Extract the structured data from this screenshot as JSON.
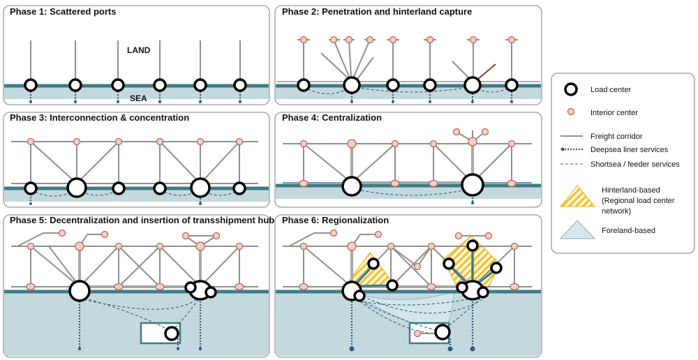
{
  "phases": [
    {
      "title": "Phase 1: Scattered ports",
      "land_label": "LAND",
      "sea_label": "SEA"
    },
    {
      "title": "Phase 2: Penetration and hinterland capture"
    },
    {
      "title": "Phase 3: Interconnection & concentration"
    },
    {
      "title": "Phase 4: Centralization"
    },
    {
      "title": "Phase 5: Decentralization and insertion of transshipment hub"
    },
    {
      "title": "Phase 6: Regionalization"
    }
  ],
  "legend": {
    "load_center": "Load center",
    "interior_center": "Interior center",
    "freight_corridor": "Freight corridor",
    "deepsea": "Deepsea liner services",
    "shortsea": "Shortsea / feeder services",
    "hinterland_line1": "Hinterland-based",
    "hinterland_line2": "(Regional load center",
    "hinterland_line3": "network)",
    "foreland": "Foreland-based"
  },
  "colors": {
    "sea": "#c4d9de",
    "coast": "#3d7c87",
    "corridor": "#8f8f8f",
    "interior_fill": "#f4cfc4",
    "interior_stroke": "#b06a5c",
    "deepsea": "#2f5d86",
    "hinterland": "#f0c22d",
    "foreland": "#d6e8ec"
  }
}
